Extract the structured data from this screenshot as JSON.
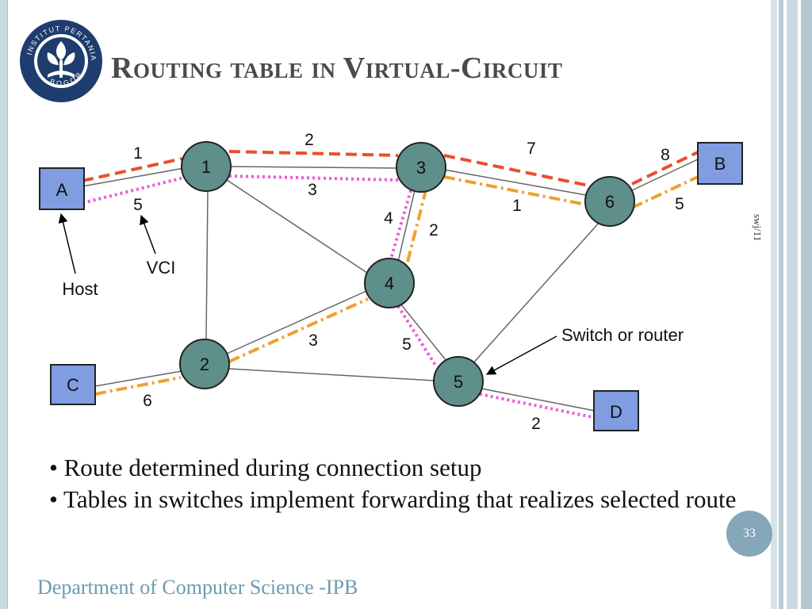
{
  "slide": {
    "title": "Routing table in Virtual-Circuit",
    "side_note": "swj/11",
    "page_number": "33",
    "footer": "Department of Computer Science -IPB",
    "logo": {
      "name": "institut-pertanian-bogor-logo",
      "text_top": "INSTITUT PERTANIAN",
      "text_bottom": "BOGOR"
    },
    "bullets": [
      "• Route determined during connection setup",
      "• Tables in switches implement forwarding that realizes selected route"
    ]
  },
  "diagram": {
    "hosts": [
      {
        "id": "A",
        "label": "A"
      },
      {
        "id": "B",
        "label": "B"
      },
      {
        "id": "C",
        "label": "C"
      },
      {
        "id": "D",
        "label": "D"
      }
    ],
    "switches": [
      {
        "id": "1",
        "label": "1"
      },
      {
        "id": "2",
        "label": "2"
      },
      {
        "id": "3",
        "label": "3"
      },
      {
        "id": "4",
        "label": "4"
      },
      {
        "id": "5",
        "label": "5"
      },
      {
        "id": "6",
        "label": "6"
      }
    ],
    "vci_labels": [
      "1",
      "5",
      "2",
      "3",
      "7",
      "1",
      "8",
      "5",
      "4",
      "2",
      "3",
      "5",
      "6",
      "2"
    ],
    "annotations": {
      "host": "Host",
      "vci": "VCI",
      "switch": "Switch or router"
    },
    "colors": {
      "node_fill": "#5f8f8a",
      "host_fill": "#7f9de0",
      "red_path": "#e8502a",
      "pink_path": "#ee5ad6",
      "orange_path": "#f0a030",
      "link": "#666666"
    }
  }
}
